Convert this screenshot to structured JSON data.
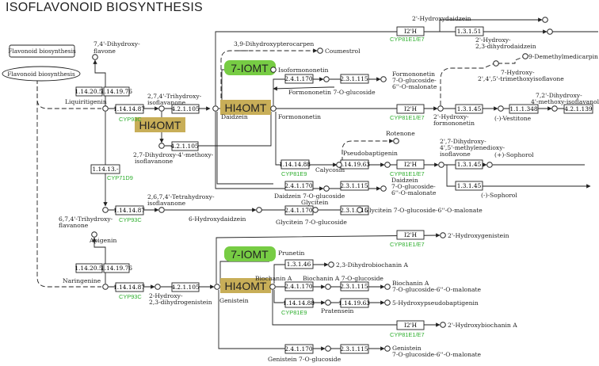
{
  "title": "ISOFLAVONOID BIOSYNTHESIS",
  "maps": [
    "Flavonoid biosynthesis",
    "Flavonoid biosynthesis"
  ],
  "highlights": {
    "iomt7_top": "7-IOMT",
    "hi4omt_mid": "HI4OMT",
    "hi4omt_top": "HI4OMT",
    "iomt7_bottom": "7-IOMT",
    "hi4omt_bottom": "HI4OMT"
  },
  "ec": {
    "e1": "1.14.20.5",
    "e2": "1.14.19.76",
    "e3": "1.14.14.87",
    "e4": "4.2.1.105",
    "e5": "4.2.1.105",
    "e6": "1.14.13.-",
    "e7": "1.14.14.87",
    "e8": "2.4.1.170",
    "e9": "2.3.1.115",
    "e10": "I2'H",
    "e11": "1.3.1.51",
    "e12": "I2'H",
    "e13": "1.3.1.45",
    "e14": "1.1.1.348",
    "e15": "4.2.1.139",
    "e16": "1.14.14.88",
    "e17": "1.14.19.63",
    "e18": "I2'H",
    "e19": "1.3.1.45",
    "e20": "1.3.1.45",
    "e21": "2.4.1.170",
    "e22": "2.3.1.115",
    "e23": "2.4.1.170",
    "e24": "2.3.1.115",
    "e25": "1.14.20.5",
    "e26": "1.14.19.76",
    "e27": "1.14.14.87",
    "e28": "4.2.1.105",
    "e29": "I2'H",
    "e30": "1.3.1.46",
    "e31": "2.4.1.170",
    "e32": "2.3.1.115",
    "e33": "1.14.14.88",
    "e34": "1.14.19.63",
    "e35": "I2'H",
    "e36": "2.4.1.170",
    "e37": "2.3.1.115"
  },
  "genes": {
    "g1": "CYP93C",
    "g2": "CYP71D9",
    "g3": "CYP93C",
    "g4": "CYP81E1/E7",
    "g5": "CYP81E1/E7",
    "g6": "CYP81E9",
    "g7": "CYP81E1/E7",
    "g8": "CYP93C",
    "g9": "CYP81E1/E7",
    "g10": "CYP81E9",
    "g11": "CYP81E1/E7"
  },
  "compounds": {
    "c1": "7,4'-Dihydroxy-",
    "c1b": "flavone",
    "c2": "Liquiritigenin",
    "c3": "2,7,4'-Trihydroxy-",
    "c3b": "isoflavanone",
    "c4": "Daidzein",
    "c5": "2,7-Dihydroxy-4'-methoxy-",
    "c5b": "isoflavanone",
    "c6": "3,9-Dihydroxypterocarpen",
    "c7": "Coumestrol",
    "c8": "Isoformononetin",
    "c9": "Formononetin 7-O-glucoside",
    "c10": "Formononetin",
    "c10b": "7-O-glucoside-",
    "c10c": "6''-O-malonate",
    "c11": "Formononetin",
    "c12": "2'-Hydroxydaidzein",
    "c13": "2'-Hydroxy-",
    "c13b": "2,3-dihydrodaidzein",
    "c14": "9-Demethylmedicarpin",
    "c15": "7-Hydroxy-",
    "c15b": "2',4',5'-trimethoxyisoflavone",
    "c16": "2'-Hydroxy-",
    "c16b": "formononetin",
    "c17": "(-)-Vestitone",
    "c18": "7,2'-Dihydroxy-",
    "c18b": "4'-methoxy-isoflavanol",
    "c19": "Rotenone",
    "c20": "Pseudobaptigenin",
    "c21": "Calycosin",
    "c22": "2',7-Dihydroxy-",
    "c22b": "4',5'-methylenedioxy-",
    "c22c": "isoflavone",
    "c23": "(+)-Sophorol",
    "c24": "(-)-Sophorol",
    "c25": "Daidzein 7-O-glucoside",
    "c26": "Daidzein",
    "c26b": "7-O-glucoside-",
    "c26c": "6''-O-malonate",
    "c27": "6,7,4'-Trihydroxy-",
    "c27b": "flavanone",
    "c28": "2,6,7,4'-Tetrahydroxy-",
    "c28b": "isoflavanone",
    "c29": "6-Hydroxydaidzein",
    "c30": "Glycitein",
    "c31": "Glycitein 7-O-glucoside",
    "c32": "Glycitein 7-O-glucoside-6''-O-malonate",
    "c33": "Apigenin",
    "c34": "Naringenine",
    "c35": "2-Hydroxy-",
    "c35b": "2,3-dihydrogenistein",
    "c36": "Genistein",
    "c37": "Prunetin",
    "c38": "2,3-Dihydrobiochanin A",
    "c39": "Biochanin A",
    "c40": "Biochanin A 7-O-glucoside",
    "c41": "Biochanin A",
    "c41b": "7-O-glucoside-6''-O-malonate",
    "c42": "Pratensein",
    "c43": "5-Hydroxypseudobaptigenin",
    "c44": "2'-Hydroxygenistein",
    "c45": "2'-Hydroxybiochanin A",
    "c46": "Genistein 7-O-glucoside",
    "c47": "Genistein",
    "c47b": "7-O-glucoside-6''-O-malonate"
  },
  "colors": {
    "highlight_green": "#77cc44",
    "highlight_gold": "#c8ae58",
    "gene_text": "#2eae2e",
    "line": "#222222"
  }
}
